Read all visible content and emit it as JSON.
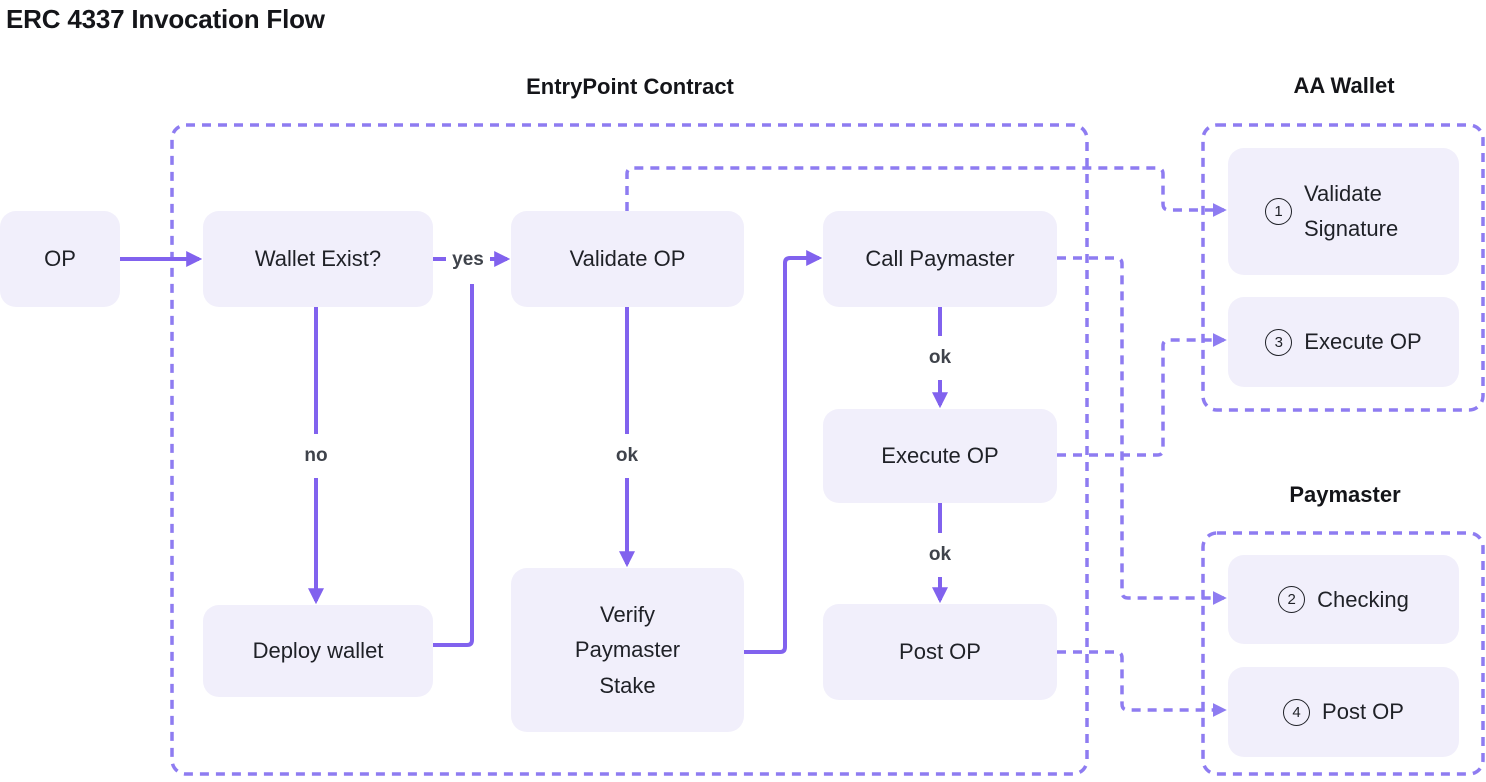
{
  "title": "ERC 4337 Invocation Flow",
  "containers": {
    "entrypoint": {
      "label": "EntryPoint Contract"
    },
    "aa_wallet": {
      "label": "AA Wallet"
    },
    "paymaster": {
      "label": "Paymaster"
    }
  },
  "nodes": {
    "op": {
      "label": "OP"
    },
    "wallet_exist": {
      "label": "Wallet Exist?"
    },
    "validate_op": {
      "label": "Validate OP"
    },
    "call_paymaster": {
      "label": "Call Paymaster"
    },
    "execute_op": {
      "label": "Execute OP"
    },
    "post_op": {
      "label": "Post OP"
    },
    "deploy_wallet": {
      "label": "Deploy wallet"
    },
    "verify_paymaster_stake": {
      "label": "Verify Paymaster Stake"
    },
    "aa_validate_signature": {
      "num": "1",
      "label": "Validate Signature"
    },
    "aa_execute_op": {
      "num": "3",
      "label": "Execute OP"
    },
    "pm_checking": {
      "num": "2",
      "label": "Checking"
    },
    "pm_post_op": {
      "num": "4",
      "label": "Post OP"
    }
  },
  "edge_labels": {
    "yes": "yes",
    "no": "no",
    "ok_validate": "ok",
    "ok_call_paymaster": "ok",
    "ok_execute": "ok"
  },
  "colors": {
    "arrow": "#8162ee",
    "dashed_line": "#8e7cf1",
    "node_fill": "#f1effb",
    "node_text": "#1f2127",
    "edge_label_text": "#3f434b",
    "title_text": "#141519"
  }
}
